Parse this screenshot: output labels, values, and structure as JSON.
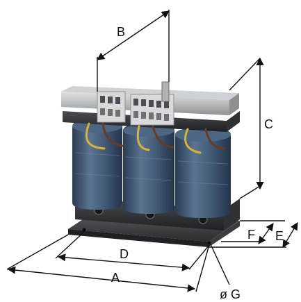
{
  "labels": {
    "a": "A",
    "b": "B",
    "c": "C",
    "d": "D",
    "e": "E",
    "f": "F",
    "g": "ø G"
  },
  "colors": {
    "coil": "#3d5570",
    "coil_dark": "#2a3c52",
    "coil_light": "#5a7491",
    "frame": "#2b2d30",
    "rail": "#b9bcbf",
    "terminal": "#d7d9db",
    "wire_yellow": "#d9b23a",
    "wire_brown": "#6b3a1f",
    "dimension_line": "#111111"
  }
}
